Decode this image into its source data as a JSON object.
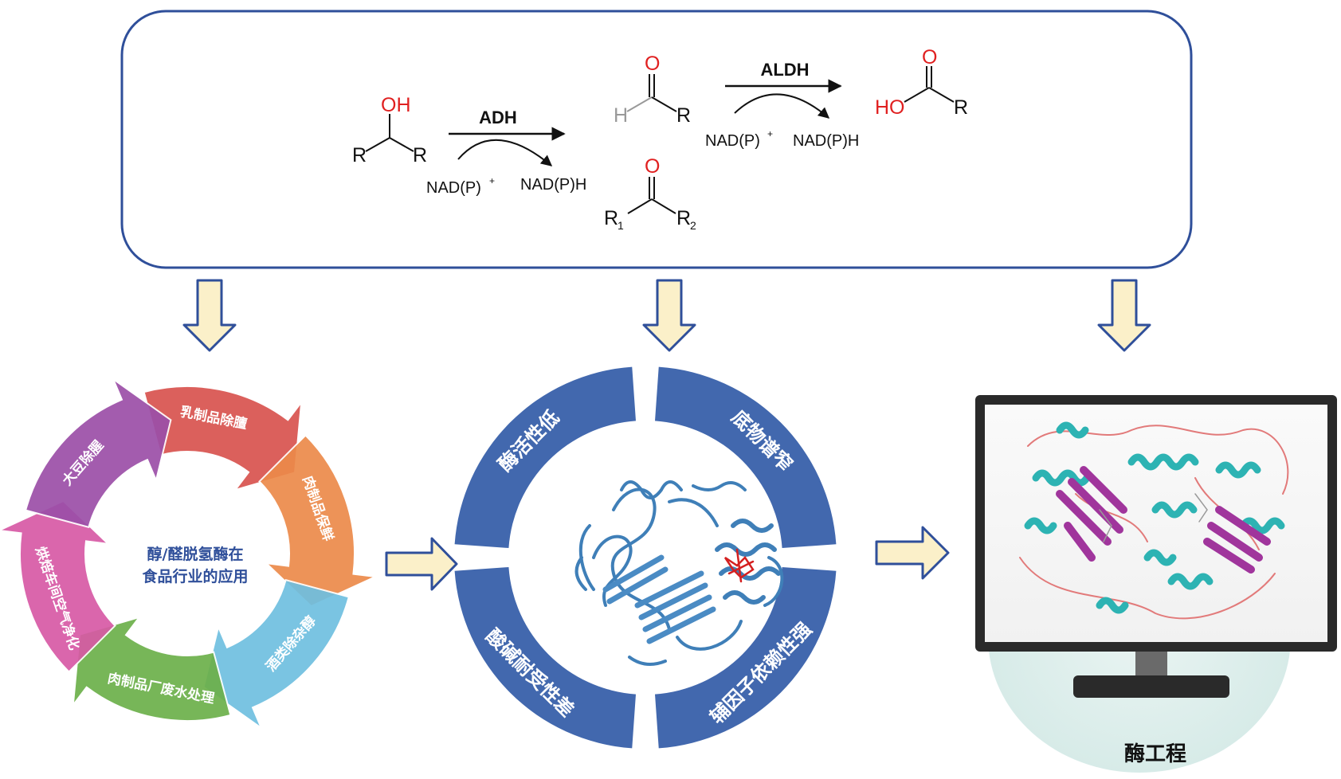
{
  "reaction": {
    "alcohol": {
      "oh": "OH",
      "r_left": "R",
      "r_right": "R"
    },
    "adh": {
      "enzyme": "ADH",
      "cofactor_in": "NAD(P)",
      "cofactor_in_sup": "+",
      "cofactor_out": "NAD(P)H"
    },
    "aldehyde": {
      "o": "O",
      "h": "H",
      "r": "R"
    },
    "ketone": {
      "o": "O",
      "r1": "R",
      "r1_sub": "1",
      "r2": "R",
      "r2_sub": "2"
    },
    "aldh": {
      "enzyme": "ALDH",
      "cofactor_in": "NAD(P)",
      "cofactor_in_sup": "+",
      "cofactor_out": "NAD(P)H"
    },
    "acid": {
      "o": "O",
      "ho": "HO",
      "r": "R"
    }
  },
  "cycle": {
    "center_line1": "醇/醛脱氢酶在",
    "center_line2": "食品行业的应用",
    "segments": [
      {
        "label": "乳制品除膻",
        "color": "#d9534f"
      },
      {
        "label": "肉制品保鲜",
        "color": "#ec8a4a"
      },
      {
        "label": "酒类除杂醇",
        "color": "#6fbfe0"
      },
      {
        "label": "肉制品厂废水处理",
        "color": "#6cb04a"
      },
      {
        "label": "烘焙车间空气净化",
        "color": "#d75aa5"
      },
      {
        "label": "大豆除腥",
        "color": "#9c4fa8"
      }
    ]
  },
  "ring": {
    "color": "#4268ae",
    "quadrants": [
      {
        "label": "酶活性低"
      },
      {
        "label": "底物谱窄"
      },
      {
        "label": "辅因子依赖性强"
      },
      {
        "label": "酸碱耐受性差"
      }
    ]
  },
  "monitor": {
    "caption": "酶工程"
  },
  "colors": {
    "box_border": "#2f4f9a",
    "arrow_fill": "#fbf0c9",
    "arrow_stroke": "#2f4f9a",
    "oxygen_red": "#e02020",
    "protein_blue": "#3f7fb8",
    "helix_teal": "#2db3b3",
    "sheet_purple": "#a0359c",
    "loop_salmon": "#e27a7a"
  },
  "icons": [
    "down-arrow-icon",
    "right-arrow-icon",
    "protein-structure-icon",
    "monitor-icon"
  ]
}
